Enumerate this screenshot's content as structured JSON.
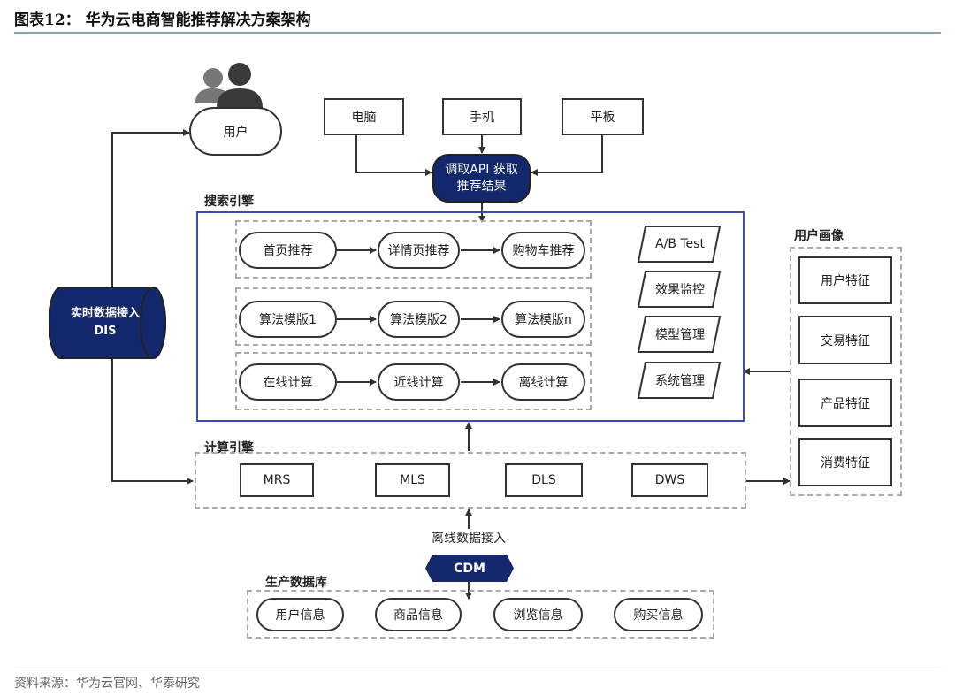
{
  "header": {
    "title": "图表12： 华为云电商智能推荐解决方案架构"
  },
  "footer": {
    "source": "资料来源：华为云官网、华泰研究"
  },
  "user": {
    "label": "用户"
  },
  "devices": {
    "pc": "电脑",
    "phone": "手机",
    "tablet": "平板"
  },
  "api": {
    "line1": "调取API 获取",
    "line2": "推荐结果"
  },
  "search_engine": {
    "label": "搜索引擎",
    "rows": [
      [
        "首页推荐",
        "详情页推荐",
        "购物车推荐"
      ],
      [
        "算法模版1",
        "算法模版2",
        "算法模版n"
      ],
      [
        "在线计算",
        "近线计算",
        "离线计算"
      ]
    ],
    "side_items": [
      "A/B Test",
      "效果监控",
      "模型管理",
      "系统管理"
    ]
  },
  "dis": {
    "line1": "实时数据接入",
    "line2": "DIS"
  },
  "user_profile": {
    "label": "用户画像",
    "items": [
      "用户特征",
      "交易特征",
      "产品特征",
      "消费特征"
    ]
  },
  "compute_engine": {
    "label": "计算引擎",
    "items": [
      "MRS",
      "MLS",
      "DLS",
      "DWS"
    ]
  },
  "offline_ingest": {
    "label": "离线数据接入"
  },
  "cdm": {
    "label": "CDM"
  },
  "production_db": {
    "label": "生产数据库",
    "items": [
      "用户信息",
      "商品信息",
      "浏览信息",
      "购买信息"
    ]
  },
  "colors": {
    "dark_navy": "#14286e",
    "engine_border": "#3b4db0",
    "dashed_border": "#aaaaaa",
    "arrow": "#333333",
    "rule": "#8aa4bd"
  }
}
